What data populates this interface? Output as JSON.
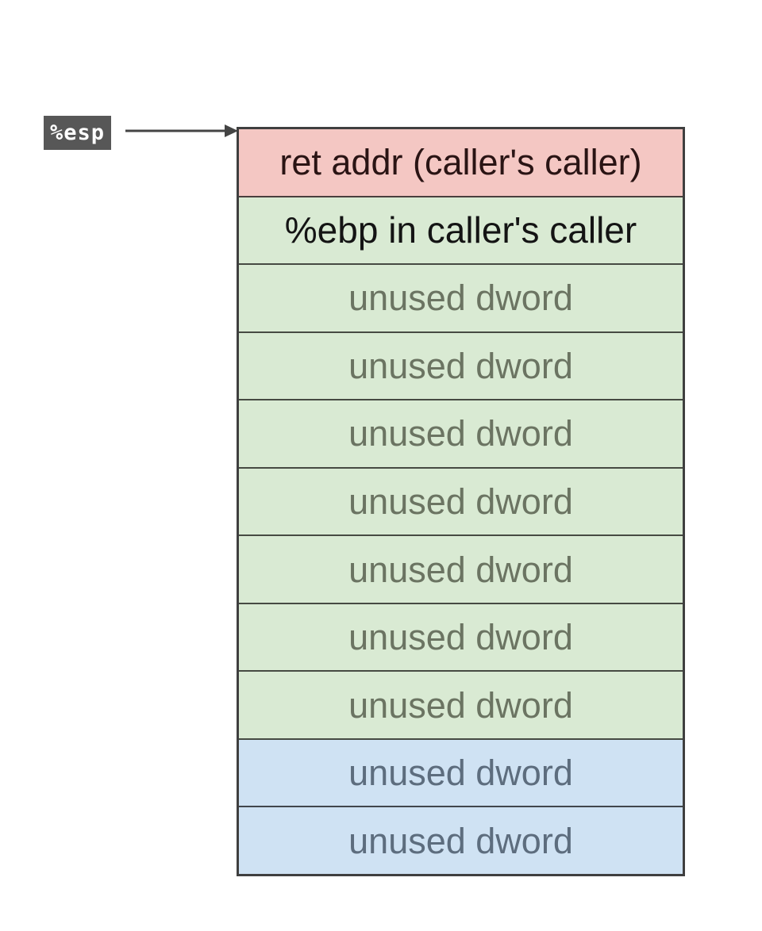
{
  "diagram": {
    "pointer": {
      "label": "%esp"
    },
    "stack": {
      "rows": [
        {
          "label": "ret addr (caller's caller)",
          "type": "ret-addr"
        },
        {
          "label": "%ebp in caller's caller",
          "type": "saved-ebp"
        },
        {
          "label": "unused dword",
          "type": "unused-green"
        },
        {
          "label": "unused dword",
          "type": "unused-green"
        },
        {
          "label": "unused dword",
          "type": "unused-green"
        },
        {
          "label": "unused dword",
          "type": "unused-green"
        },
        {
          "label": "unused dword",
          "type": "unused-green"
        },
        {
          "label": "unused dword",
          "type": "unused-green"
        },
        {
          "label": "unused dword",
          "type": "unused-green"
        },
        {
          "label": "unused dword",
          "type": "unused-blue"
        },
        {
          "label": "unused dword",
          "type": "unused-blue"
        }
      ]
    },
    "colors": {
      "ret_addr_bg": "#f4c7c3",
      "ret_addr_text": "#2a1414",
      "green_bg": "#d9ead3",
      "ebp_text": "#141414",
      "unused_green_text": "#6b7462",
      "blue_bg": "#cfe2f3",
      "unused_blue_text": "#5d6d7e",
      "border": "#3f3f3f",
      "esp_label_bg": "#575757",
      "esp_label_text": "#ffffff",
      "arrow": "#444444"
    }
  }
}
